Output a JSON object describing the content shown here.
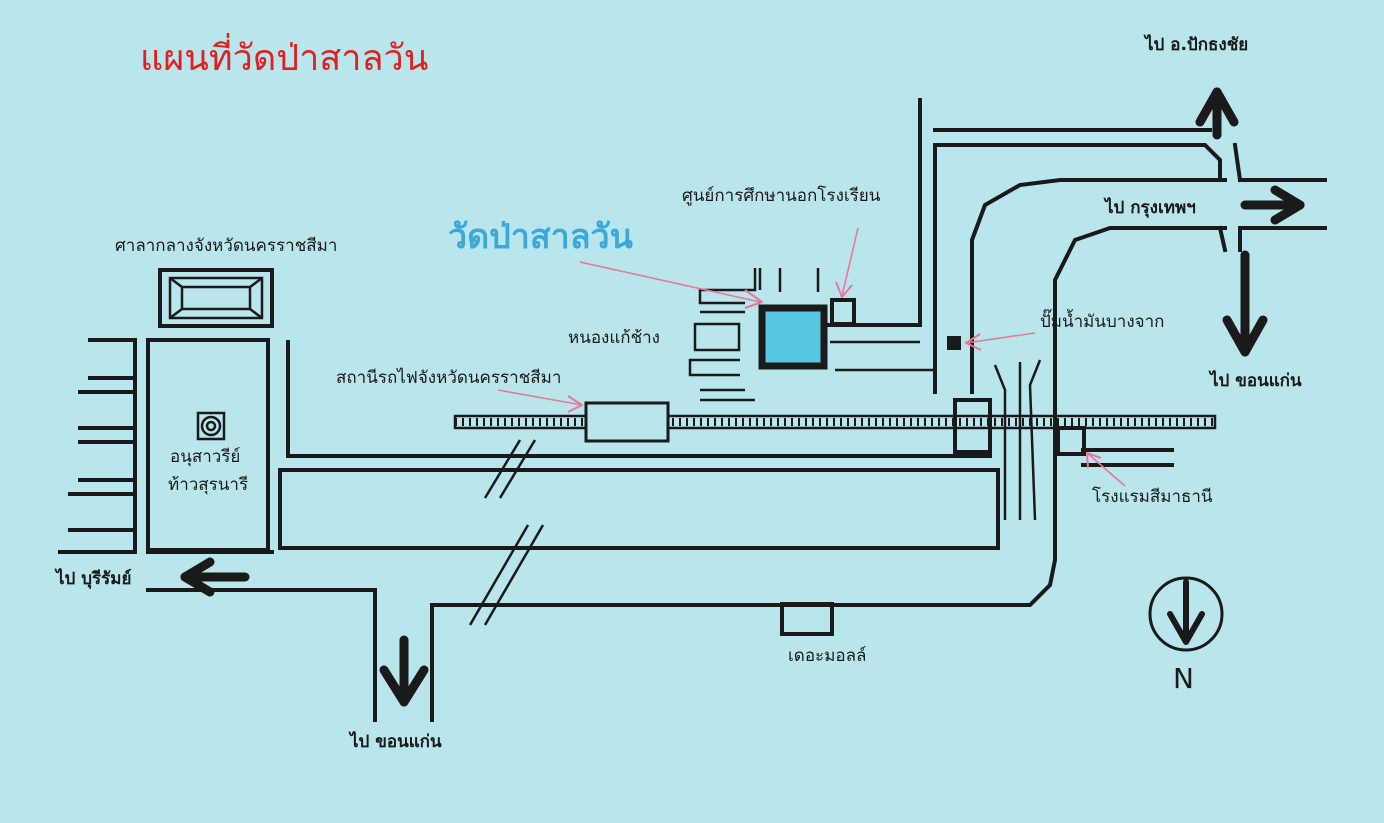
{
  "map": {
    "title": "แผนที่วัดป่าสาลวัน",
    "temple_name": "วัดป่าสาลวัน",
    "colors": {
      "background": "#b8e6ec",
      "title": "#e0201f",
      "temple_label": "#3aa8d8",
      "temple_fill": "#58c7e2",
      "pointer": "#e8789a",
      "line": "#1a1a1a"
    },
    "labels": {
      "city_hall": "ศาลากลางจังหวัดนครราชสีมา",
      "monument_line1": "อนุสาวรีย์",
      "monument_line2": "ท้าวสุรนารี",
      "education_center": "ศูนย์การศึกษานอกโรงเรียน",
      "pond": "หนองแก้ช้าง",
      "train_station": "สถานีรถไฟจังหวัดนครราชสีมา",
      "gas_station": "ปั๊มน้ำมันบางจาก",
      "hotel": "โรงแรมสีมาธานี",
      "mall": "เดอะมอลล์"
    },
    "directions": {
      "pak_thong_chai": "ไป อ.ปักธงชัย",
      "bangkok": "ไป กรุงเทพฯ",
      "khon_kaen_east": "ไป ขอนแก่น",
      "buriram": "ไป บุรีรัมย์",
      "khon_kaen_south": "ไป ขอนแก่น"
    },
    "compass": {
      "label": "N",
      "icon": "north-arrow-icon"
    }
  }
}
